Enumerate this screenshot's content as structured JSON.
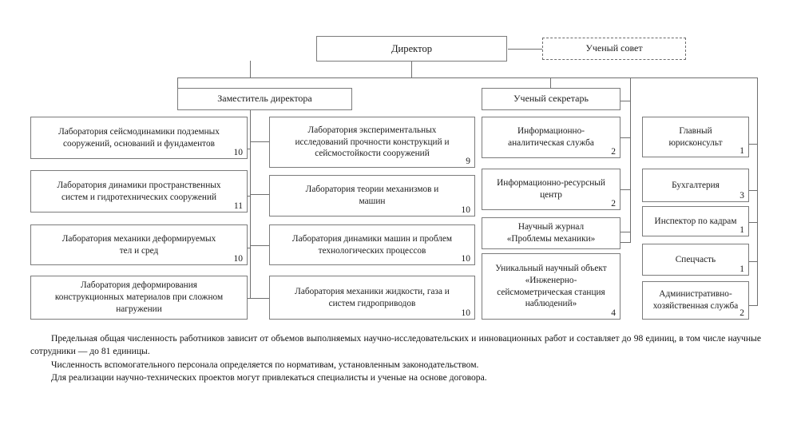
{
  "diagram": {
    "title_node": {
      "label": "Директор"
    },
    "council_node": {
      "label": "Ученый совет"
    },
    "deputy_node": {
      "label": "Заместитель директора"
    },
    "secretary_node": {
      "label": "Ученый секретарь"
    },
    "columns": [
      {
        "name": "labs-left",
        "items": [
          {
            "label": "Лаборатория сейсмодинамики подземных\nсооружений, оснований и фундаментов",
            "count": "10"
          },
          {
            "label": "Лаборатория динамики пространственных\nсистем и гидротехнических сооружений",
            "count": "11"
          },
          {
            "label": "Лаборатория механики деформируемых\nтел и сред",
            "count": "10"
          },
          {
            "label": "Лаборатория деформирования\nконструкционных материалов при сложном\nнагружении",
            "count": ""
          }
        ]
      },
      {
        "name": "labs-right",
        "items": [
          {
            "label": "Лаборатория экспериментальных\nисследований прочности конструкций и\nсейсмостойкости сооружений",
            "count": "9"
          },
          {
            "label": "Лаборатория теории механизмов и\nмашин",
            "count": "10"
          },
          {
            "label": "Лаборатория динамики машин и проблем\nтехнологических процессов",
            "count": "10"
          },
          {
            "label": "Лаборатория механики жидкости, газа и\nсистем гидроприводов",
            "count": "10"
          }
        ]
      },
      {
        "name": "services",
        "items": [
          {
            "label": "Информационно-\nаналитическая служба",
            "count": "2"
          },
          {
            "label": "Информационно-ресурсный\nцентр",
            "count": "2"
          },
          {
            "label": "Научный журнал\n«Проблемы механики»",
            "count": ""
          },
          {
            "label": "Уникальный научный объект\n«Инженерно-\nсейсмометрическая станция\nнаблюдений»",
            "count": "4"
          }
        ]
      },
      {
        "name": "administration",
        "items": [
          {
            "label": "Главный\nюрисконсульт",
            "count": "1"
          },
          {
            "label": "Бухгалтерия",
            "count": "3"
          },
          {
            "label": "Инспектор по кадрам",
            "count": "1"
          },
          {
            "label": "Спецчасть",
            "count": "1"
          },
          {
            "label": "Административно-\nхозяйственная служба",
            "count": "2"
          }
        ]
      }
    ]
  },
  "notes": {
    "p1": "Предельная общая численность работников зависит от объемов выполняемых научно-исследовательских и инновационных работ и составляет до 98 единиц, в том числе научные сотрудники — до 81 единицы.",
    "p2": "Численность вспомогательного персонала определяется по нормативам, установленным законодательством.",
    "p3": "Для реализации научно-технических проектов могут привлекаться специалисты и ученые на основе договора."
  }
}
